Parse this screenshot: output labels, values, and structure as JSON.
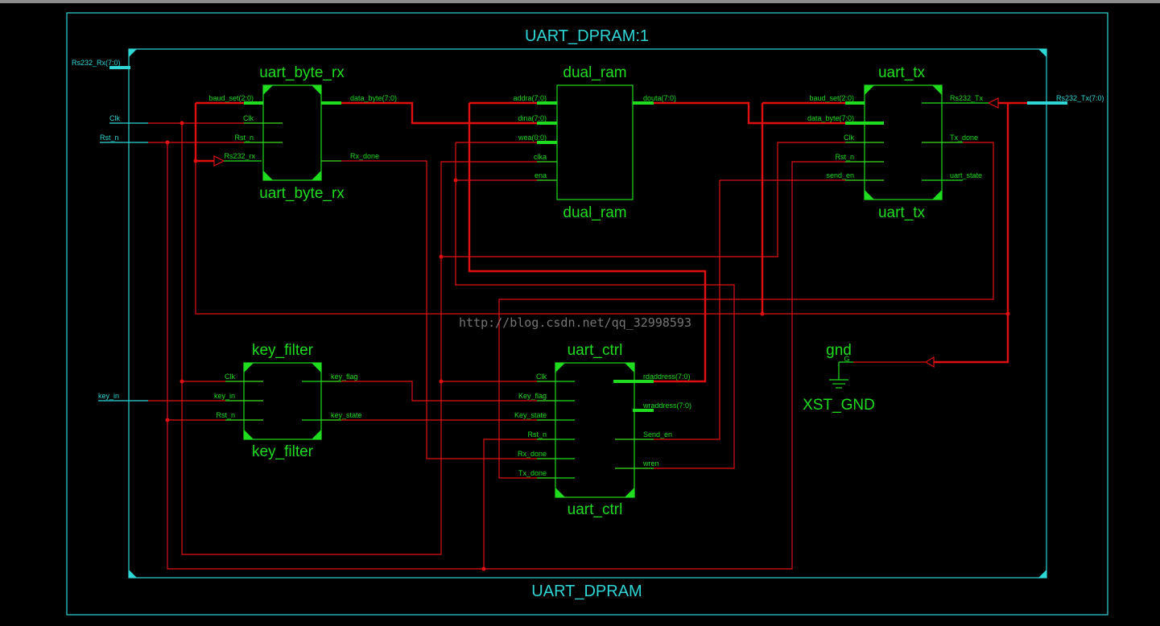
{
  "top": {
    "instance_label": "UART_DPRAM:1",
    "module_label": "UART_DPRAM"
  },
  "ports": {
    "rx": "Rs232_Rx(7:0)",
    "tx": "Rs232_Tx(7:0)",
    "clk": "Clk",
    "rst": "Rst_n",
    "key": "key_in"
  },
  "blocks": {
    "uart_byte_rx": {
      "top_label": "uart_byte_rx",
      "bottom_label": "uart_byte_rx",
      "inputs": [
        "baud_set(2:0)",
        "Clk",
        "Rst_n",
        "Rs232_rx"
      ],
      "outputs": [
        "data_byte(7:0)",
        "Rx_done"
      ]
    },
    "dual_ram": {
      "top_label": "dual_ram",
      "bottom_label": "dual_ram",
      "inputs": [
        "addra(7:0)",
        "dina(7:0)",
        "wea(0:0)",
        "clka",
        "ena"
      ],
      "outputs": [
        "douta(7:0)"
      ]
    },
    "uart_tx": {
      "top_label": "uart_tx",
      "bottom_label": "uart_tx",
      "inputs": [
        "baud_set(2:0)",
        "data_byte(7:0)",
        "Clk",
        "Rst_n",
        "send_en"
      ],
      "outputs": [
        "Rs232_Tx",
        "Tx_done",
        "uart_state"
      ]
    },
    "key_filter": {
      "top_label": "key_filter",
      "bottom_label": "key_filter",
      "inputs": [
        "Clk",
        "key_in",
        "Rst_n"
      ],
      "outputs": [
        "key_flag",
        "key_state"
      ]
    },
    "uart_ctrl": {
      "top_label": "uart_ctrl",
      "bottom_label": "uart_ctrl",
      "inputs": [
        "Clk",
        "Key_flag",
        "Key_state",
        "Rst_n",
        "Rx_done",
        "Tx_done"
      ],
      "outputs": [
        "rdaddress(7:0)",
        "wraddress(7:0)",
        "Send_en",
        "wren"
      ]
    },
    "gnd": {
      "top_label": "gnd",
      "pin": "G",
      "bottom_label": "XST_GND"
    }
  },
  "watermark": "http://blog.csdn.net/qq_32998593",
  "colors": {
    "background": "#000000",
    "wire": "#e01010",
    "block": "#1fdc1f",
    "frame": "#2fd6d6"
  }
}
